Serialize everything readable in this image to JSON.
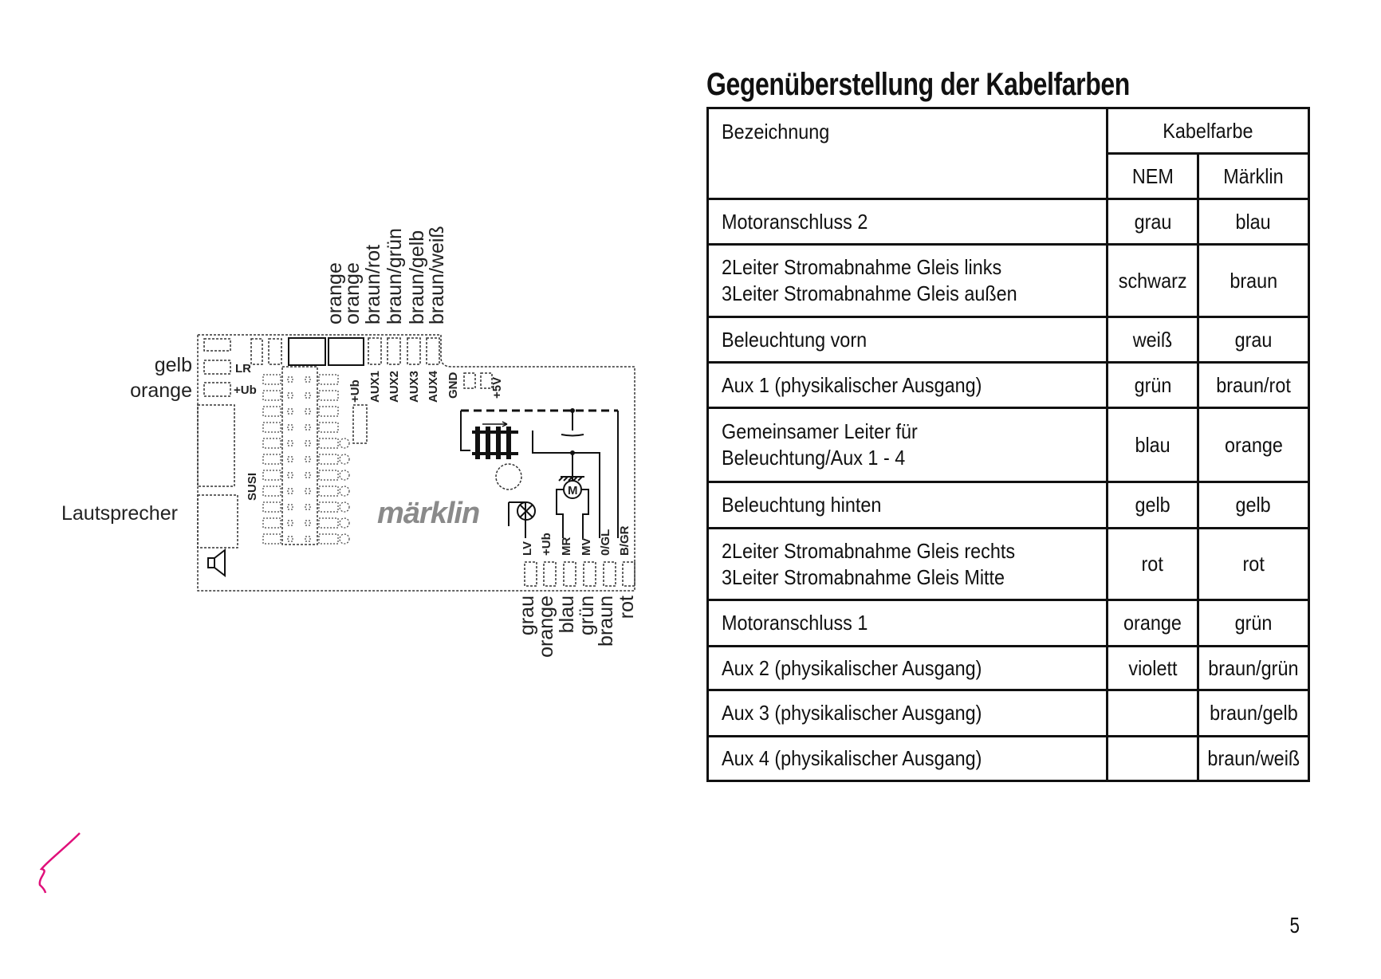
{
  "title": "Gegenüberstellung der Kabelfarben",
  "table": {
    "header": {
      "bezeichnung": "Bezeichnung",
      "kabelfarbe": "Kabelfarbe",
      "nem": "NEM",
      "maerklin": "Märklin"
    },
    "rows": [
      {
        "lines": [
          "Motoranschluss 2"
        ],
        "nem": "grau",
        "maerklin": "blau"
      },
      {
        "lines": [
          "2Leiter Stromabnahme Gleis links",
          "3Leiter Stromabnahme Gleis außen"
        ],
        "nem": "schwarz",
        "maerklin": "braun"
      },
      {
        "lines": [
          "Beleuchtung vorn"
        ],
        "nem": "weiß",
        "maerklin": "grau"
      },
      {
        "lines": [
          "Aux 1 (physikalischer Ausgang)"
        ],
        "nem": "grün",
        "maerklin": "braun/rot"
      },
      {
        "lines": [
          "Gemeinsamer Leiter für",
          "Beleuchtung/Aux 1 - 4"
        ],
        "nem": "blau",
        "maerklin": "orange"
      },
      {
        "lines": [
          "Beleuchtung hinten"
        ],
        "nem": "gelb",
        "maerklin": "gelb"
      },
      {
        "lines": [
          "2Leiter Stromabnahme Gleis rechts",
          "3Leiter Stromabnahme Gleis Mitte"
        ],
        "nem": "rot",
        "maerklin": "rot"
      },
      {
        "lines": [
          "Motoranschluss 1"
        ],
        "nem": "orange",
        "maerklin": "grün"
      },
      {
        "lines": [
          "Aux 2 (physikalischer Ausgang)"
        ],
        "nem": "violett",
        "maerklin": "braun/grün"
      },
      {
        "lines": [
          "Aux 3 (physikalischer Ausgang)"
        ],
        "nem": "",
        "maerklin": "braun/gelb"
      },
      {
        "lines": [
          "Aux 4 (physikalischer Ausgang)"
        ],
        "nem": "",
        "maerklin": "braun/weiß"
      }
    ]
  },
  "diagram": {
    "top_wire_labels": [
      "orange",
      "orange",
      "braun/rot",
      "braun/grün",
      "braun/gelb",
      "braun/weiß"
    ],
    "left_labels": {
      "gelb": "gelb",
      "orange": "orange",
      "speaker": "Lautsprecher"
    },
    "bottom_wire_labels": [
      "grau",
      "orange",
      "blau",
      "grün",
      "braun",
      "rot"
    ],
    "board_labels": {
      "lr": "LR",
      "ub_left": "+Ub",
      "ub_top": "+Ub",
      "aux": [
        "AUX1",
        "AUX2",
        "AUX3",
        "AUX4"
      ],
      "gnd": "GND",
      "v5": "+5V",
      "susi": "SUSI",
      "bottom_pins": [
        "LV",
        "+Ub",
        "MR",
        "MV",
        "0/GL",
        "B/GR"
      ],
      "motor": "M",
      "logo": "märklin"
    }
  },
  "page_number": "5",
  "colors": {
    "ink": "#111111",
    "annotation": "#e0107a",
    "logo": "#888888"
  }
}
